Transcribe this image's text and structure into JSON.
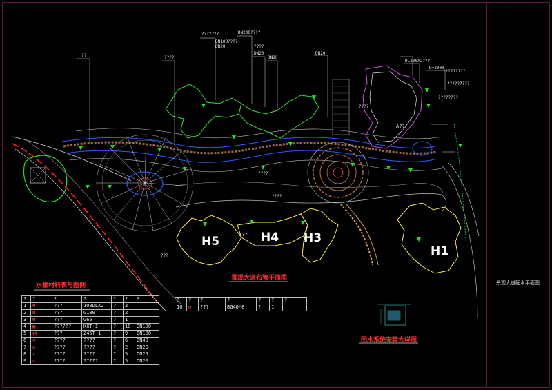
{
  "titles": {
    "materials_table": "水景材料表与图例",
    "plan": "景观大道布管平面图",
    "detail": "回水系统安装大样图",
    "title_block": "景观大道配水平面图"
  },
  "buildings": [
    "H5",
    "H4",
    "H3",
    "H1"
  ],
  "central_tag": "H??",
  "pipe_labels": {
    "p1": "???????",
    "p2": "DN100????",
    "p3": "DN200????",
    "p4": "DN20",
    "p5": "DN20",
    "p6": "????",
    "p7": "DN20",
    "p8": "DN20",
    "p9": "??",
    "p10": "????",
    "p11": "DL100X2???",
    "p12": "D=2000",
    "p13": "?????????",
    "p14": "?????????",
    "p15": "????????",
    "p16": "A??",
    "p17": "????",
    "p18": "????",
    "p19": "???",
    "p20": "????"
  },
  "materials_table": {
    "header": [
      "?",
      "?",
      "?",
      "?",
      "?",
      "?",
      "?"
    ],
    "rows": [
      [
        "1",
        "???",
        "100DLX2",
        "?",
        "3",
        ""
      ],
      [
        "2",
        "???",
        "G100",
        "?",
        "2",
        ""
      ],
      [
        "3",
        "???",
        "G65",
        "?",
        "1",
        ""
      ],
      [
        "4",
        "??????",
        "KXT-I",
        "?",
        "10",
        "DN100"
      ],
      [
        "5",
        "???",
        "Z45T-1",
        "?",
        "9",
        "DN100"
      ],
      [
        "6",
        "????",
        "????",
        "?",
        "6",
        "DN40"
      ],
      [
        "7",
        "????",
        "????",
        "?",
        "2",
        "DN20"
      ],
      [
        "8",
        "????",
        "????",
        "?",
        "5",
        "DN25"
      ],
      [
        "9",
        "????",
        "?????",
        "?",
        "5",
        "DN20"
      ]
    ]
  },
  "small_table": {
    "header": [
      "?",
      "?",
      "?",
      "?",
      "?",
      "?",
      "?"
    ],
    "row": [
      "10",
      "???",
      "BG40-8",
      "?",
      "1"
    ]
  }
}
